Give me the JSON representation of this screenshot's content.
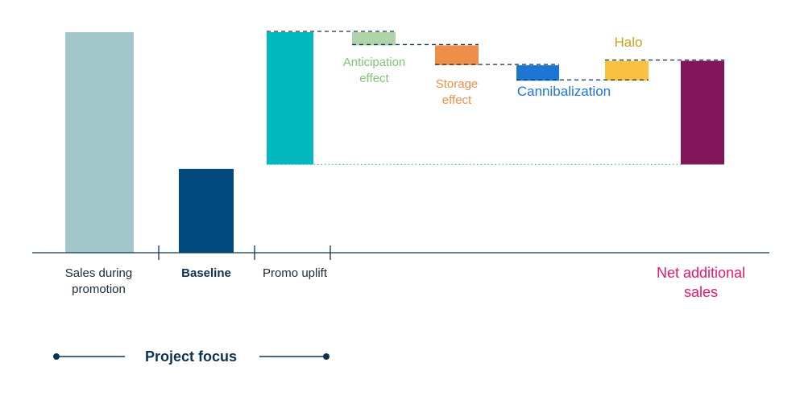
{
  "chart_data": {
    "type": "waterfall",
    "ylim": [
      0,
      100
    ],
    "bars": [
      {
        "id": "sales",
        "label": "Sales during promotion",
        "start": 0,
        "end": 100,
        "color": "#a2c6ca"
      },
      {
        "id": "baseline",
        "label": "Baseline",
        "start": 0,
        "end": 38,
        "color": "#004a80"
      },
      {
        "id": "uplift",
        "label": "Promo uplift",
        "start": 40,
        "end": 100,
        "color": "#00b8bd"
      },
      {
        "id": "anticipation",
        "label": "Anticipation effect",
        "start": 100,
        "end": 94,
        "color": "#aed5a8"
      },
      {
        "id": "storage",
        "label": "Storage effect",
        "start": 94,
        "end": 85,
        "color": "#ef8e49"
      },
      {
        "id": "cannibalization",
        "label": "Cannibalization",
        "start": 85,
        "end": 78,
        "color": "#1e74d2"
      },
      {
        "id": "halo",
        "label": "Halo",
        "start": 78,
        "end": 87,
        "color": "#f8c141"
      },
      {
        "id": "net",
        "label": "Net additional sales",
        "start": 40,
        "end": 87,
        "color": "#821559"
      }
    ]
  },
  "labels": {
    "sales": "Sales during\npromotion",
    "baseline": "Baseline",
    "uplift": "Promo uplift",
    "anticipation": "Anticipation\neffect",
    "storage": "Storage\neffect",
    "cannibalization": "Cannibalization",
    "halo": "Halo",
    "net": "Net additional\nsales"
  },
  "colors": {
    "axis": "#0d3350",
    "text": "#1a2b3a",
    "anticipation": "#85c07c",
    "storage": "#ef8e49",
    "cannibalization": "#1e74d2",
    "halo": "#c9a21b",
    "net": "#e8146f",
    "dotted": "#5fb3c9"
  },
  "focus": {
    "label": "Project focus"
  }
}
